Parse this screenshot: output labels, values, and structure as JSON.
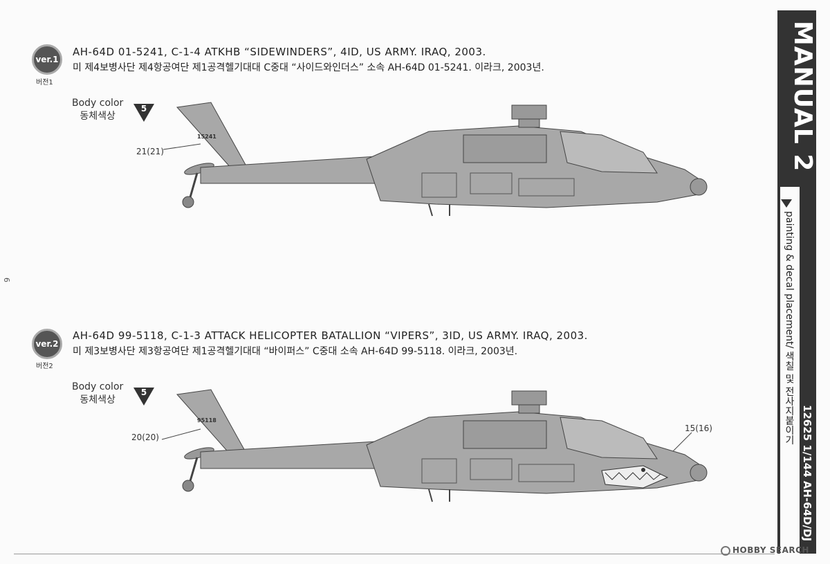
{
  "page_number": "6",
  "versions": [
    {
      "badge": "ver.1",
      "badge_sub": "버전1",
      "title_en": "AH-64D 01-5241, C-1-4 ATKHB “SIDEWINDERS”, 4ID, US ARMY. IRAQ, 2003.",
      "title_ko": "미 제4보병사단 제4항공여단 제1공격헬기대대 C중대 “사이드와인더스” 소속 AH-64D 01-5241. 이라크, 2003년.",
      "body_color_en": "Body color",
      "body_color_ko": "동체색상",
      "paint_number": "5",
      "tail_number": "15241",
      "callouts": [
        "21(21)"
      ]
    },
    {
      "badge": "ver.2",
      "badge_sub": "버전2",
      "title_en": "AH-64D 99-5118, C-1-3 ATTACK HELICOPTER BATALLION “VIPERS”, 3ID, US ARMY. IRAQ, 2003.",
      "title_ko": "미 제3보병사단 제3항공여단 제1공격헬기대대 “바이퍼스” C중대 소속 AH-64D 99-5118. 이라크, 2003년.",
      "body_color_en": "Body color",
      "body_color_ko": "동체색상",
      "paint_number": "5",
      "tail_number": "95118",
      "callouts": [
        "20(20)",
        "15(16)"
      ]
    }
  ],
  "side_tab": {
    "manual": "MANUAL 2",
    "subtitle": "painting & decal placement/ 색칠 및 전사지붙이기",
    "product": "12625 1/144 AH-64D/DJ"
  },
  "watermark": "HOBBY SEARCH",
  "colors": {
    "body": "#a8a8a8",
    "line": "#444444",
    "tab": "#333333"
  }
}
